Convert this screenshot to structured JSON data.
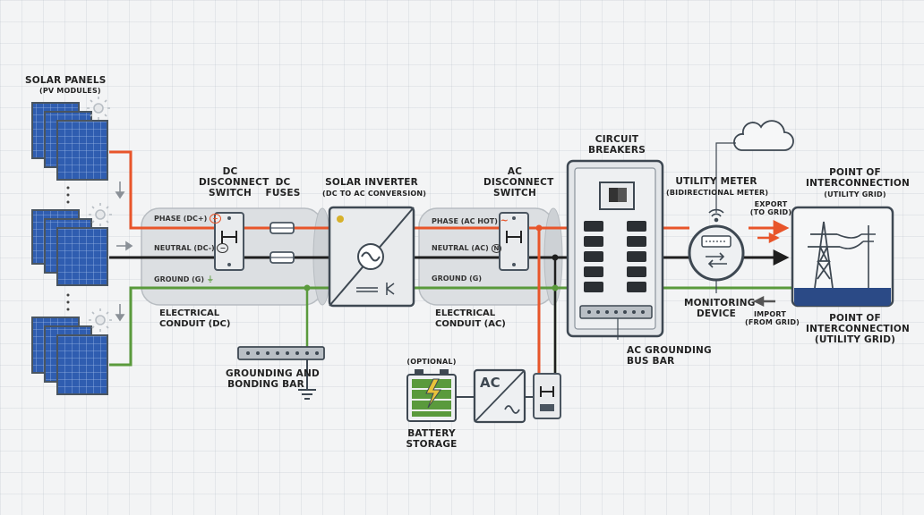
{
  "solar_panels": {
    "title": "SOLAR PANELS",
    "subtitle": "(PV MODULES)"
  },
  "dc_disconnect": {
    "line1": "DC",
    "line2": "DISCONNECT",
    "line3": "SWITCH"
  },
  "dc_fuses": {
    "line1": "DC",
    "line2": "FUSES"
  },
  "inverter": {
    "title": "SOLAR INVERTER",
    "subtitle": "(DC TO AC CONVERSION)"
  },
  "ac_disconnect": {
    "line1": "AC",
    "line2": "DISCONNECT",
    "line3": "SWITCH"
  },
  "breakers": {
    "line1": "CIRCUIT",
    "line2": "BREAKERS"
  },
  "meter": {
    "title": "UTILITY METER",
    "subtitle": "(BIDIRECTIONAL METER)"
  },
  "poi_top": {
    "line1": "POINT OF",
    "line2": "INTERCONNECTION",
    "line3": "(UTILITY GRID)"
  },
  "poi_bottom": {
    "line1": "POINT OF",
    "line2": "INTERCONNECTION",
    "line3": "(UTILITY GRID)"
  },
  "export": {
    "line1": "EXPORT",
    "line2": "(TO GRID)"
  },
  "import": {
    "line1": "IMPORT",
    "line2": "(FROM GRID)"
  },
  "monitoring": {
    "line1": "MONITORING",
    "line2": "DEVICE"
  },
  "dc_wires": {
    "phase": "PHASE (DC+)",
    "neutral": "NEUTRAL (DC-)",
    "ground": "GROUND (G)"
  },
  "ac_wires": {
    "phase": "PHASE (AC HOT)",
    "neutral": "NEUTRAL (AC)",
    "ground": "GROUND (G)"
  },
  "conduit_dc": {
    "line1": "ELECTRICAL",
    "line2": "CONDUIT (DC)"
  },
  "conduit_ac": {
    "line1": "ELECTRICAL",
    "line2": "CONDUIT (AC)"
  },
  "grounding_bar": {
    "line1": "GROUNDING AND",
    "line2": "BONDING BAR"
  },
  "ac_ground_bus": {
    "line1": "AC GROUNDING",
    "line2": "BUS BAR"
  },
  "battery": {
    "optional": "(OPTIONAL)",
    "line1": "BATTERY",
    "line2": "STORAGE"
  },
  "ac_box_label": "AC",
  "symbols": {
    "plus": "+",
    "minus": "−",
    "ground": "⏚",
    "neutral": "N",
    "wave": "~"
  },
  "colors": {
    "phase": "#e8552a",
    "neutral": "#1e1e1e",
    "ground": "#5a9a3c",
    "panel": "#2f5db0",
    "frame": "#4a5560"
  }
}
